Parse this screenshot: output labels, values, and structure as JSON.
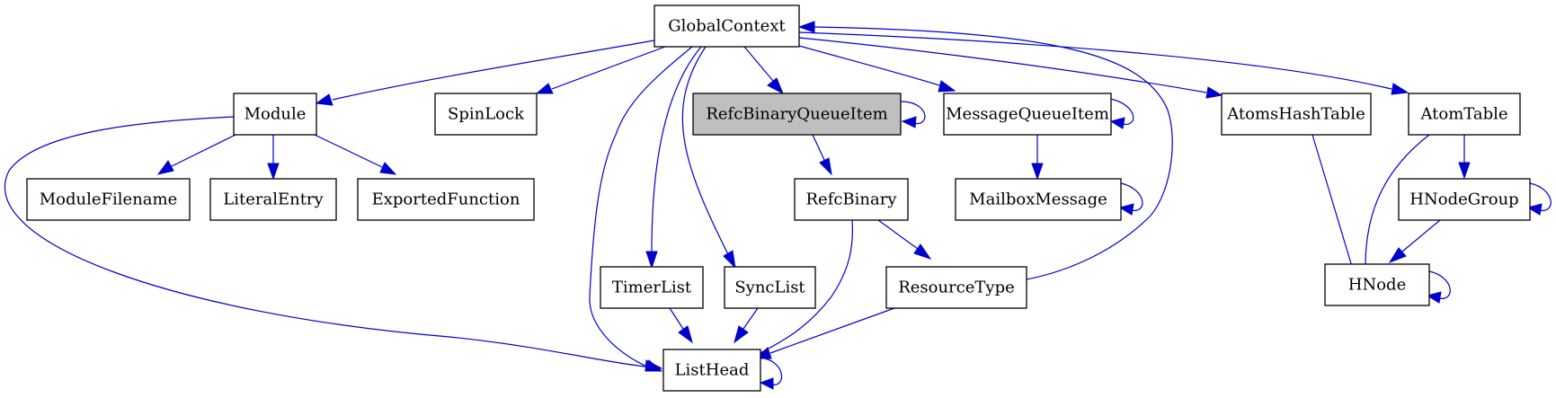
{
  "diagram": {
    "edge_color": "#0000cd",
    "highlight_fill": "#bfbfbf",
    "nodes": {
      "GlobalContext": "GlobalContext",
      "Module": "Module",
      "SpinLock": "SpinLock",
      "RefcBinaryQueueItem": "RefcBinaryQueueItem",
      "MessageQueueItem": "MessageQueueItem",
      "AtomsHashTable": "AtomsHashTable",
      "AtomTable": "AtomTable",
      "ModuleFilename": "ModuleFilename",
      "LiteralEntry": "LiteralEntry",
      "ExportedFunction": "ExportedFunction",
      "RefcBinary": "RefcBinary",
      "MailboxMessage": "MailboxMessage",
      "HNodeGroup": "HNodeGroup",
      "TimerList": "TimerList",
      "SyncList": "SyncList",
      "ResourceType": "ResourceType",
      "HNode": "HNode",
      "ListHead": "ListHead"
    },
    "edges": [
      [
        "GlobalContext",
        "Module"
      ],
      [
        "GlobalContext",
        "SpinLock"
      ],
      [
        "GlobalContext",
        "RefcBinaryQueueItem"
      ],
      [
        "GlobalContext",
        "MessageQueueItem"
      ],
      [
        "GlobalContext",
        "AtomsHashTable"
      ],
      [
        "GlobalContext",
        "AtomTable"
      ],
      [
        "GlobalContext",
        "ListHead"
      ],
      [
        "GlobalContext",
        "TimerList"
      ],
      [
        "GlobalContext",
        "SyncList"
      ],
      [
        "Module",
        "ModuleFilename"
      ],
      [
        "Module",
        "LiteralEntry"
      ],
      [
        "Module",
        "ExportedFunction"
      ],
      [
        "Module",
        "ListHead"
      ],
      [
        "RefcBinaryQueueItem",
        "RefcBinaryQueueItem"
      ],
      [
        "RefcBinaryQueueItem",
        "RefcBinary"
      ],
      [
        "MessageQueueItem",
        "MessageQueueItem"
      ],
      [
        "MessageQueueItem",
        "MailboxMessage"
      ],
      [
        "MailboxMessage",
        "MailboxMessage"
      ],
      [
        "RefcBinary",
        "ResourceType"
      ],
      [
        "RefcBinary",
        "ListHead"
      ],
      [
        "ResourceType",
        "GlobalContext"
      ],
      [
        "ResourceType",
        "ListHead"
      ],
      [
        "TimerList",
        "ListHead"
      ],
      [
        "SyncList",
        "ListHead"
      ],
      [
        "ListHead",
        "ListHead"
      ],
      [
        "AtomsHashTable",
        "HNode"
      ],
      [
        "AtomTable",
        "HNode"
      ],
      [
        "AtomTable",
        "HNodeGroup"
      ],
      [
        "HNodeGroup",
        "HNodeGroup"
      ],
      [
        "HNodeGroup",
        "HNode"
      ],
      [
        "HNode",
        "HNode"
      ]
    ]
  }
}
